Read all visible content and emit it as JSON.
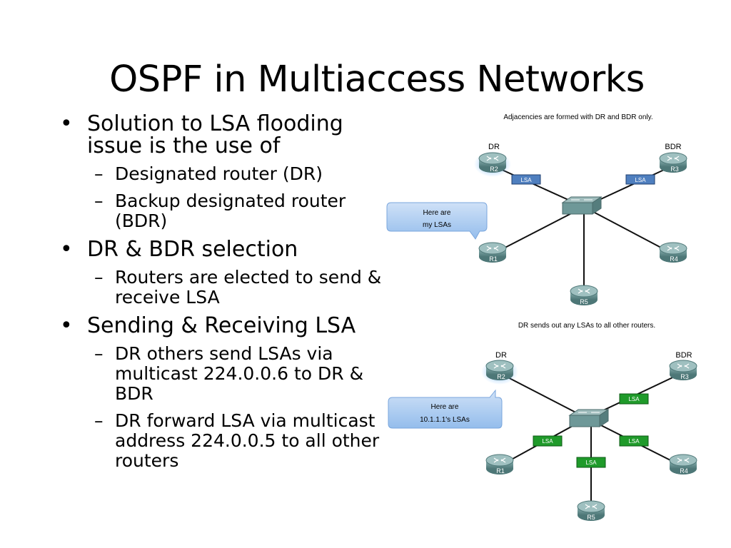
{
  "slide": {
    "title": "OSPF in Multiaccess Networks",
    "bullets": [
      {
        "text": "Solution to LSA flooding issue is the use of",
        "sub": [
          "Designated router (DR)",
          "Backup designated router (BDR)"
        ]
      },
      {
        "text": "DR & BDR selection",
        "sub": [
          "Routers are elected to send & receive LSA"
        ]
      },
      {
        "text": "Sending & Receiving LSA",
        "sub": [
          "DR others send LSAs via multicast 224.0.0.6 to DR & BDR",
          "DR forward LSA via multicast address 224.0.0.5 to all other routers"
        ]
      }
    ]
  },
  "diagram1": {
    "caption": "Adjacencies are formed with DR and BDR only.",
    "role_dr": "DR",
    "role_bdr": "BDR",
    "routers": [
      "R1",
      "R2",
      "R3",
      "R4",
      "R5"
    ],
    "lsa_tag": "LSA",
    "callout": [
      "Here are",
      "my LSAs"
    ]
  },
  "diagram2": {
    "caption": "DR sends out any LSAs to all other routers.",
    "role_dr": "DR",
    "role_bdr": "BDR",
    "routers": [
      "R1",
      "R2",
      "R3",
      "R4",
      "R5"
    ],
    "lsa_tag": "LSA",
    "callout": [
      "Here are",
      "10.1.1.1's LSAs"
    ]
  },
  "colors": {
    "lsa_blue": "#4f7fbf",
    "lsa_green": "#1f9a2a",
    "router": "#6e9898",
    "callout": "#a9c8ee"
  }
}
